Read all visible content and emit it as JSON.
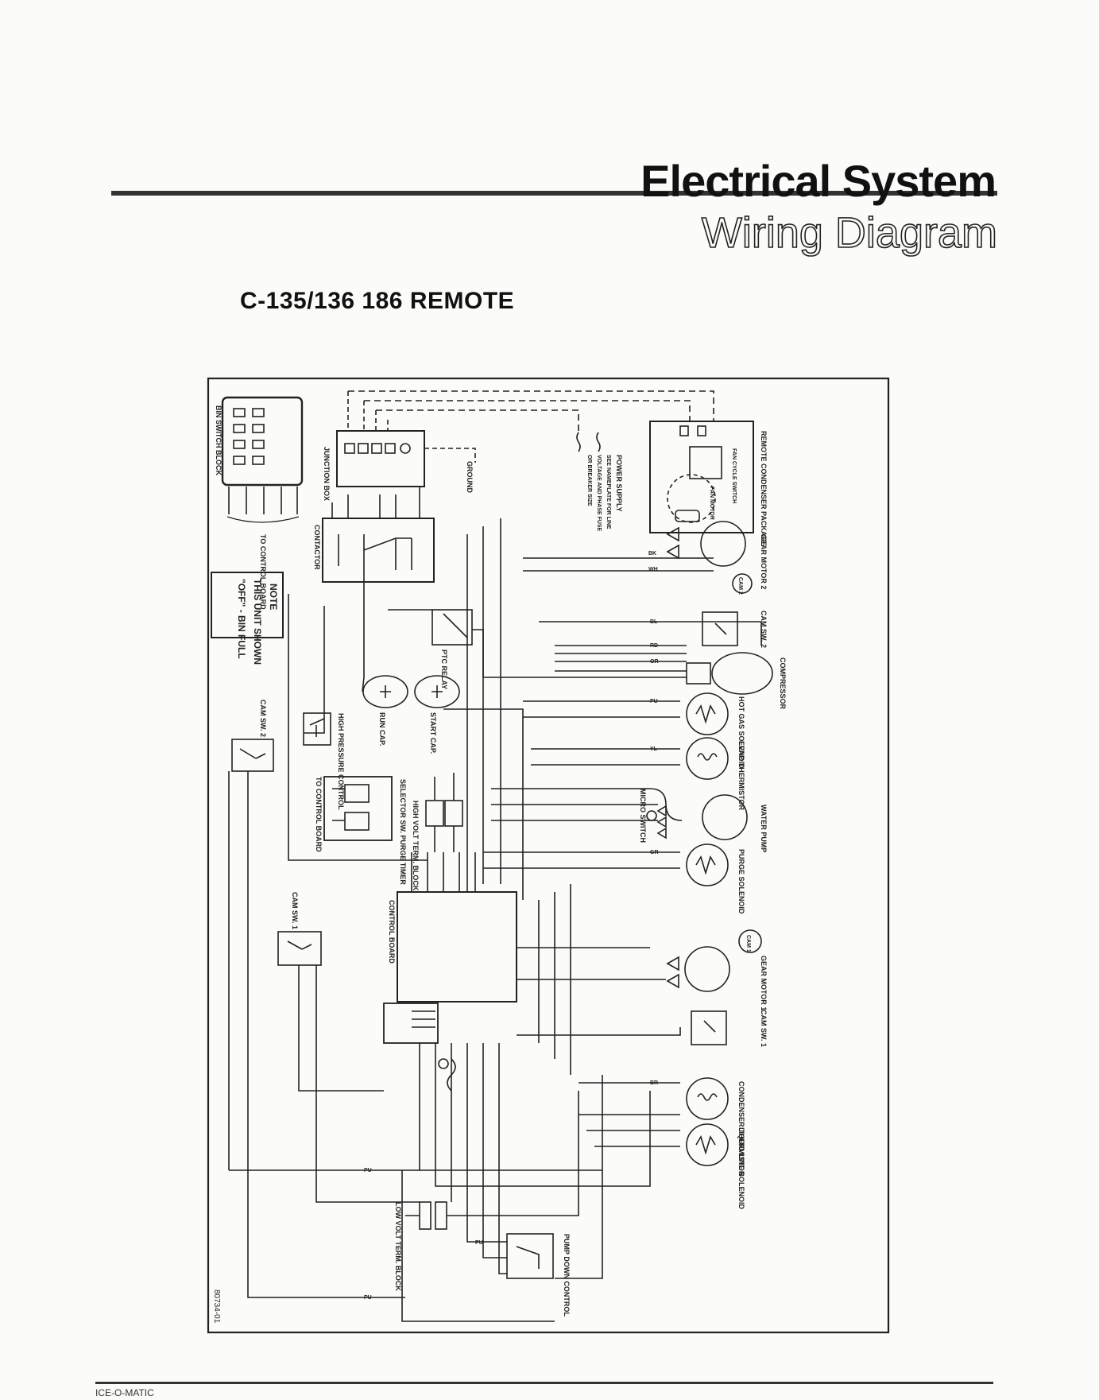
{
  "header": {
    "title": "Electrical System",
    "subtitle": "Wiring Diagram"
  },
  "model": {
    "label": "C-135/136 186  REMOTE"
  },
  "diagram": {
    "note_lines": [
      "NOTE",
      "THIS UNIT SHOWN",
      "\"OFF\" - BIN FULL"
    ],
    "drawing_number": "80734-01",
    "components": {
      "bin_switch_block": "BIN SWITCH BLOCK",
      "to_control_board": "TO CONTROL BOARD",
      "junction_box": "JUNCTION BOX",
      "ground": "GROUND",
      "power_supply": "POWER SUPPLY",
      "power_supply_note_1": "SEE NAMEPLATE FOR LINE",
      "power_supply_note_2": "VOLTAGE AND PHASE FUSE",
      "power_supply_note_3": "OR BREAKER SIZE",
      "remote_condenser": "REMOTE CONDENSER PACKAGE",
      "fan_motor": "FAN MOTOR",
      "fan_cycle_switch": "FAN CYCLE SWITCH",
      "contactor": "CONTACTOR",
      "ptc_relay": "PTC RELAY",
      "run_cap": "RUN CAP.",
      "start_cap": "START CAP.",
      "high_pressure_control": "HIGH PRESSURE CONTROL",
      "selector_switch": "SELECTOR SW. PURGE TIMER",
      "micro_switch": "MICRO SWITCH",
      "high_voltage_terminal": "HIGH VOLT TERM. BLOCK",
      "low_voltage_terminal": "LOW VOLT TERM. BLOCK",
      "control_board": "CONTROL BOARD",
      "cam_switch_1": "CAM SW. 1",
      "cam_switch_2": "CAM SW. 2",
      "gear_motor_2": "GEAR MOTOR 2",
      "gear_motor_1": "GEAR MOTOR 1",
      "cam_2": "CAM 2",
      "cam_1": "CAM 1",
      "compressor": "COMPRESSOR",
      "hot_gas_solenoid": "HOT GAS SOLENOID",
      "evap_thermistor": "EVAP. THERMISTOR",
      "water_pump": "WATER PUMP",
      "purge_solenoid": "PURGE SOLENOID",
      "condenser_thermistor": "CONDENSER THERMISTOR",
      "liquid_line_solenoid": "LIQUID LINE SOLENOID",
      "pump_down_control": "PUMP DOWN CONTROL"
    },
    "wire_labels": {
      "bk": "BK",
      "wh": "WH",
      "bl": "BL",
      "rd": "RD",
      "or": "OR",
      "pu": "PU",
      "yl": "YL",
      "gr": "GR",
      "br": "BR"
    }
  },
  "footer": {
    "text": "ICE-O-MATIC"
  }
}
